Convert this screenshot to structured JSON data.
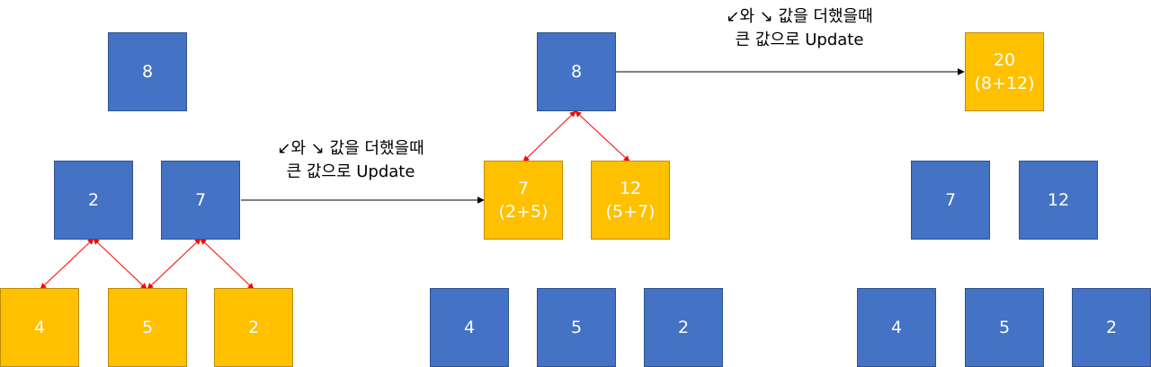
{
  "colors": {
    "default_node": "#4472c4",
    "highlight_node": "#ffc000",
    "link_arrow": "#ff0000",
    "step_arrow": "#000000"
  },
  "annotations": {
    "step_one": {
      "line1": "↙와 ↘ 값을 더했을때",
      "line2": "큰 값으로 Update"
    },
    "step_two": {
      "line1": "↙와 ↘ 값을 더했을때",
      "line2": "큰 값으로 Update"
    }
  },
  "panels": [
    {
      "top": {
        "value": "8",
        "sum": ""
      },
      "middle": [
        {
          "value": "2",
          "sum": ""
        },
        {
          "value": "7",
          "sum": ""
        }
      ],
      "bottom": [
        {
          "value": "4"
        },
        {
          "value": "5"
        },
        {
          "value": "2"
        }
      ]
    },
    {
      "top": {
        "value": "8",
        "sum": ""
      },
      "middle": [
        {
          "value": "7",
          "sum": "(2+5)"
        },
        {
          "value": "12",
          "sum": "(5+7)"
        }
      ],
      "bottom": [
        {
          "value": "4"
        },
        {
          "value": "5"
        },
        {
          "value": "2"
        }
      ]
    },
    {
      "top": {
        "value": "20",
        "sum": "(8+12)"
      },
      "middle": [
        {
          "value": "7",
          "sum": ""
        },
        {
          "value": "12",
          "sum": ""
        }
      ],
      "bottom": [
        {
          "value": "4"
        },
        {
          "value": "5"
        },
        {
          "value": "2"
        }
      ]
    }
  ]
}
